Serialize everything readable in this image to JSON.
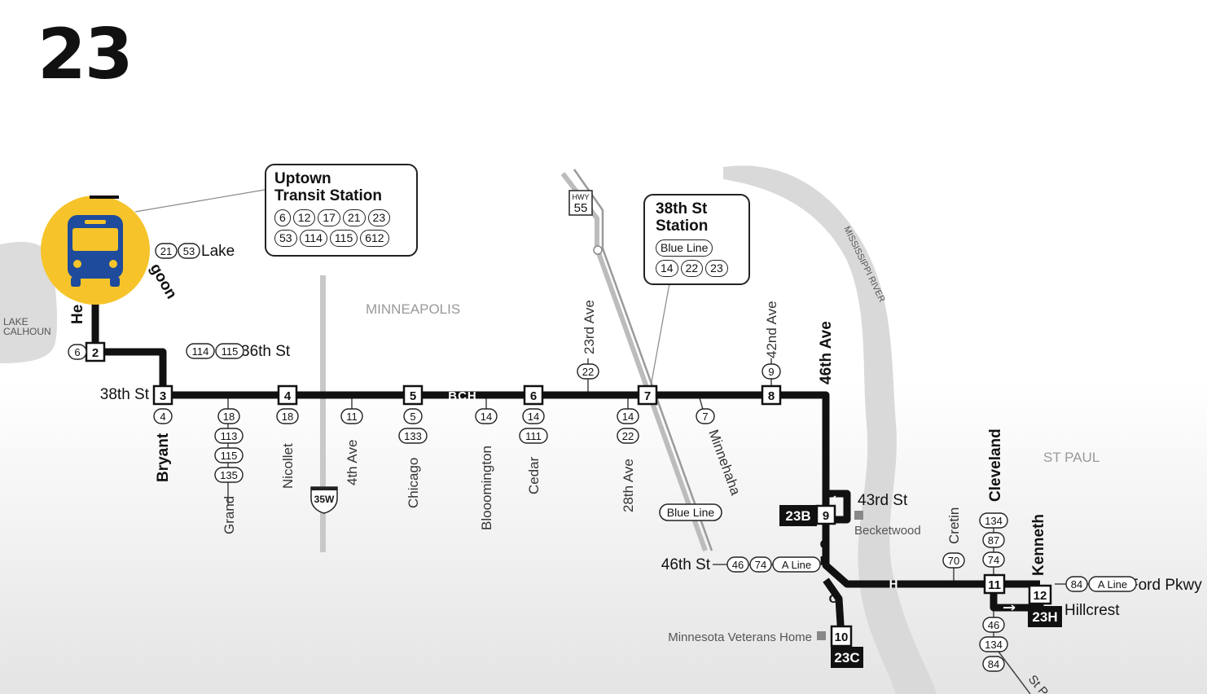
{
  "route": "23",
  "areas": {
    "minneapolis": "MINNEAPOLIS",
    "st_paul": "ST PAUL",
    "river": "MISSISSIPPI RIVER",
    "lake": [
      "LAKE",
      "CALHOUN"
    ]
  },
  "callouts": {
    "uptown": {
      "name": [
        "Uptown",
        "Transit Station"
      ],
      "row1": [
        "6",
        "12",
        "17",
        "21",
        "23"
      ],
      "row2": [
        "53",
        "114",
        "115",
        "612"
      ]
    },
    "station38": {
      "name": [
        "38th St",
        "Station"
      ],
      "line": "Blue Line",
      "routes": [
        "14",
        "22",
        "23"
      ]
    }
  },
  "streets": {
    "lake": "Lake",
    "hennepin": "He",
    "lagoon": "goon",
    "st36": "36th St",
    "st38": "38th St",
    "bryant": "Bryant",
    "grand": "Grand",
    "nicollet": "Nicollet",
    "ave4": "4th Ave",
    "chicago": "Chicago",
    "bloomington": "Blooomington",
    "cedar": "Cedar",
    "ave23": "23rd Ave",
    "ave28": "28th Ave",
    "minnehaha": "Minnehaha",
    "ave42": "42nd Ave",
    "ave46": "46th Ave",
    "st43": "43rd St",
    "st46": "46th St",
    "cretin": "Cretin",
    "cleveland": "Cleveland",
    "kenneth": "Kenneth",
    "ford": "Ford Pkwy",
    "hillcrest": "Hillcrest",
    "becketwood": "Becketwood",
    "veterans": "Minnesota Veterans Home",
    "stp": "St P"
  },
  "highways": {
    "hwy55_top": "HWY",
    "hwy55_num": "55",
    "i35w": "35W"
  },
  "stops": [
    "2",
    "3",
    "4",
    "5",
    "6",
    "7",
    "8",
    "9",
    "10",
    "11",
    "12"
  ],
  "branches": {
    "b": "23B",
    "c": "23C",
    "h": "23H"
  },
  "branch_letters": {
    "bch": "BCH",
    "b": "B",
    "c": "C",
    "h": "H"
  },
  "blue_line_label": "Blue Line",
  "connections": {
    "lake": [
      "21",
      "53"
    ],
    "stop2": [
      "6"
    ],
    "st36": [
      "114",
      "115"
    ],
    "bryant": [
      "4"
    ],
    "grand": [
      "18",
      "113",
      "115",
      "135"
    ],
    "nicollet": [
      "18"
    ],
    "ave4": [
      "11"
    ],
    "chicago": [
      "5",
      "133"
    ],
    "bloomington": [
      "14"
    ],
    "cedar": [
      "14",
      "111"
    ],
    "ave23": [
      "22"
    ],
    "ave28": [
      "14",
      "22"
    ],
    "minnehaha": [
      "7"
    ],
    "ave42": [
      "9"
    ],
    "st46": [
      "46",
      "74",
      "A Line"
    ],
    "cretin": [
      "70"
    ],
    "cleveland_n": [
      "134",
      "87",
      "74"
    ],
    "cleveland_s": [
      "46",
      "134",
      "84"
    ],
    "ford": [
      "84",
      "A Line"
    ]
  },
  "colors": {
    "route": "#111111",
    "accent": "#f6c42a",
    "bus": "#1e4b9c",
    "river": "#d9d9d9"
  }
}
